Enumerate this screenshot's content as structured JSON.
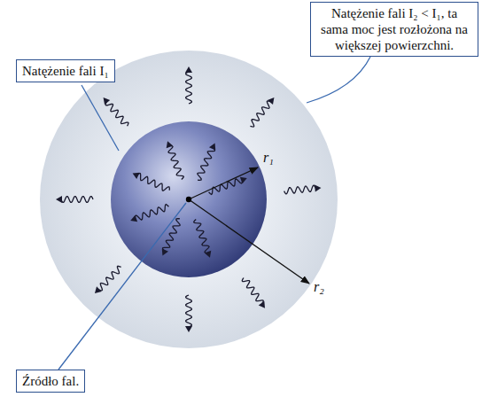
{
  "diagram": {
    "nodes": [
      {
        "text": [
          "Natężenie fali I₂ < I₁, ta sama moc jest rozłożona na większej powierzchni."
        ]
      },
      {
        "text": [
          "Natężenie fali I₁"
        ]
      },
      {
        "text": [
          "Źródło fal."
        ]
      }
    ],
    "labels": [
      "r₁",
      "r₂"
    ]
  }
}
